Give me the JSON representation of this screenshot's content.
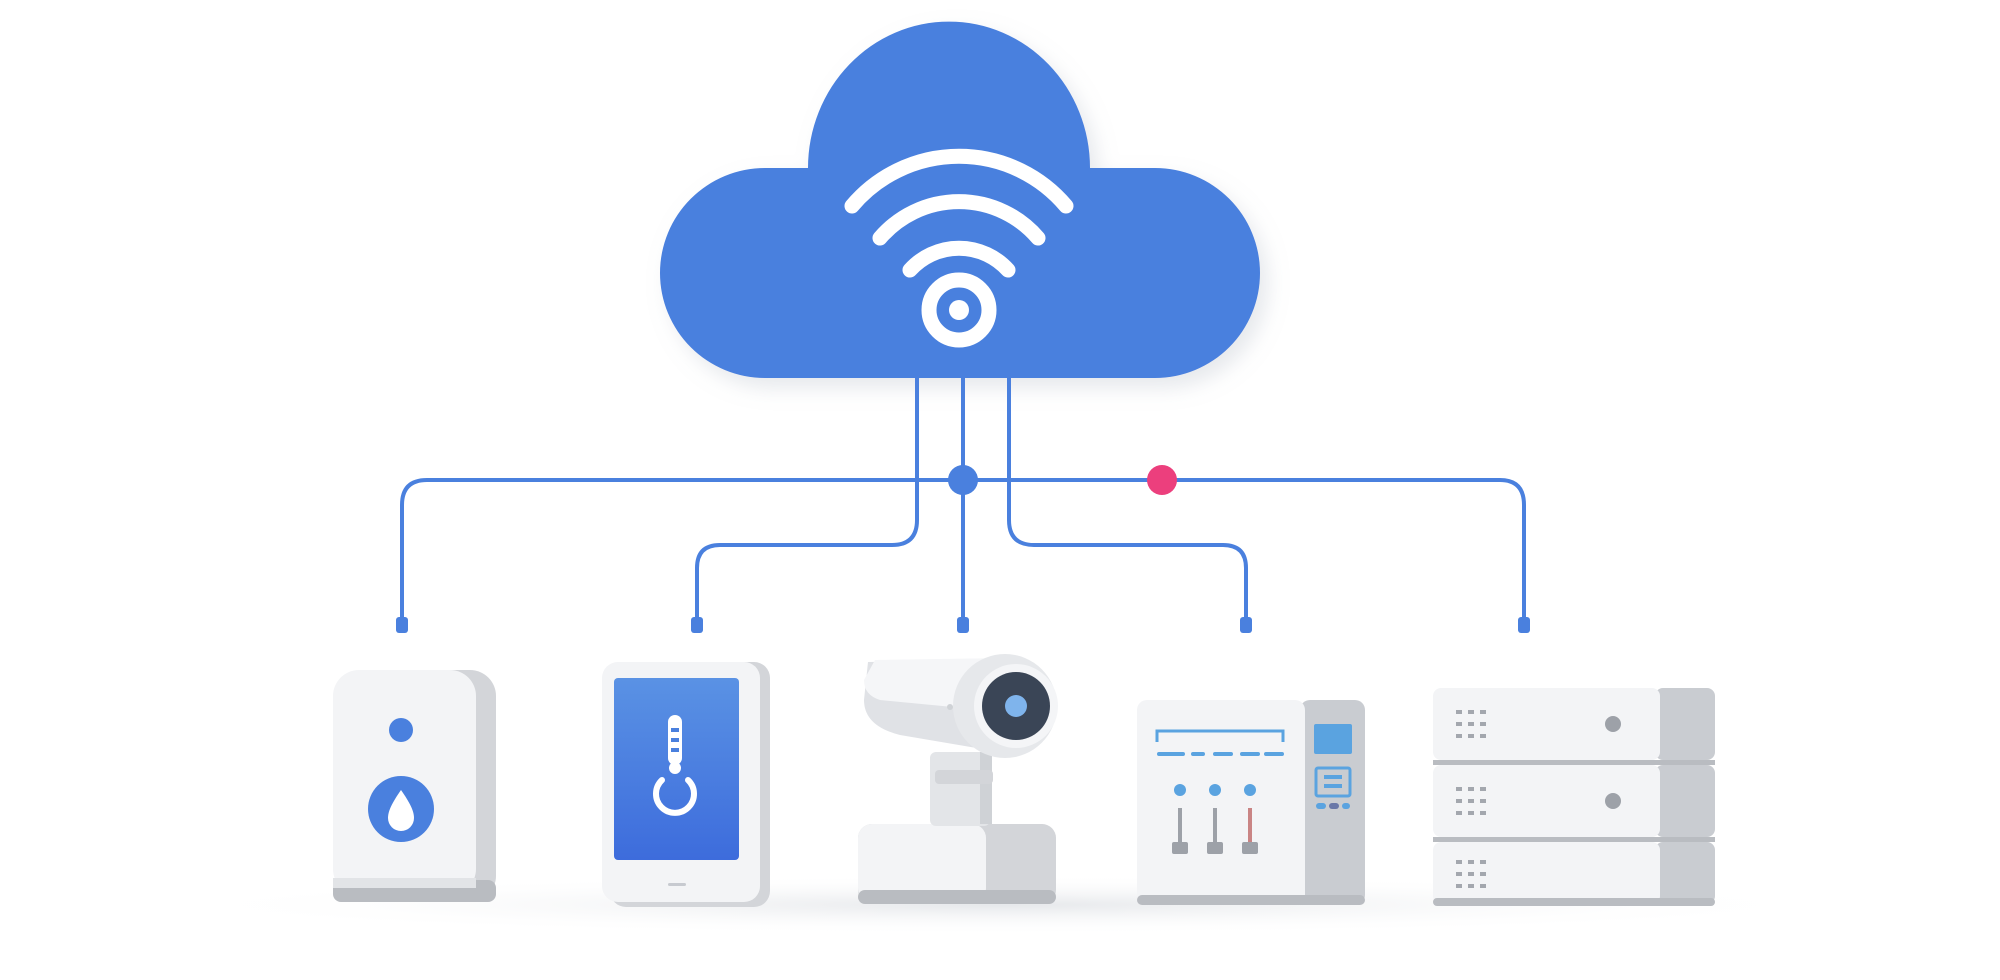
{
  "colors": {
    "background": "#ffffff",
    "cloud": "#4a80de",
    "cloud_symbol": "#ffffff",
    "wire": "#4a80de",
    "hub_node": "#4a80de",
    "alert_node": "#ec3f7d",
    "device_body": "#f3f4f6",
    "device_side": "#d3d5d9",
    "device_base": "#b9bcc1",
    "screen_gradient_top": "#5a92e4",
    "screen_gradient_bottom": "#3d6cdc",
    "camera_lens": "#3a4556",
    "panel_accent": "#5aa3e0",
    "slider_handle": "#9da1a8",
    "slider_red": "#c98484"
  },
  "cloud": {
    "icon": "wifi-signal-icon"
  },
  "nodes": {
    "hub": "hub-node",
    "alert": "alert-node"
  },
  "devices": [
    {
      "id": "water-sensor",
      "icon": "water-drop-icon"
    },
    {
      "id": "smart-tablet",
      "icon": "thermostat-power-icon"
    },
    {
      "id": "security-camera",
      "icon": "camera-lens-icon"
    },
    {
      "id": "control-panel",
      "icon": "slider-controls-icon"
    },
    {
      "id": "server-rack",
      "icon": "server-unit-icon"
    }
  ]
}
